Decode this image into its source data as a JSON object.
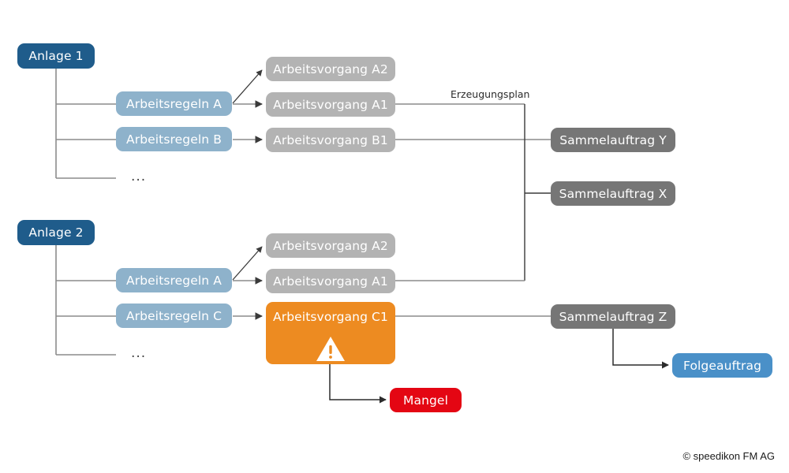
{
  "diagram": {
    "title": "Erzeugungsplan Arbeitsvorgang Diagramm",
    "colors": {
      "plant": "#1F5C8B",
      "rule": "#8EB2CB",
      "operation": "#B3B3B3",
      "operation_warning": "#ED8B21",
      "collective_order": "#767676",
      "defect": "#E40613",
      "follow_up_order": "#4A90C8",
      "connector_gray": "#8C8C8C",
      "connector_dark": "#3A3A3A"
    },
    "labels": {
      "erzeugungsplan": "Erzeugungsplan",
      "ellipsis_1": "...",
      "ellipsis_2": "...",
      "warning_icon": "warning-triangle"
    },
    "nodes": {
      "anlage_1": "Anlage 1",
      "anlage_2": "Anlage 2",
      "regeln_a_1": "Arbeitsregeln A",
      "regeln_b_1": "Arbeitsregeln B",
      "regeln_a_2": "Arbeitsregeln A",
      "regeln_c_2": "Arbeitsregeln C",
      "vorgang_a2_top": "Arbeitsvorgang A2",
      "vorgang_a1_top": "Arbeitsvorgang A1",
      "vorgang_b1_top": "Arbeitsvorgang B1",
      "vorgang_a2_bot": "Arbeitsvorgang A2",
      "vorgang_a1_bot": "Arbeitsvorgang A1",
      "vorgang_c1_bot": "Arbeitsvorgang C1",
      "sammelauftrag_y": "Sammelauftrag Y",
      "sammelauftrag_x": "Sammelauftrag X",
      "sammelauftrag_z": "Sammelauftrag Z",
      "mangel": "Mangel",
      "folgeauftrag": "Folgeauftrag"
    },
    "footer": {
      "copyright": "© speedikon FM AG"
    }
  }
}
